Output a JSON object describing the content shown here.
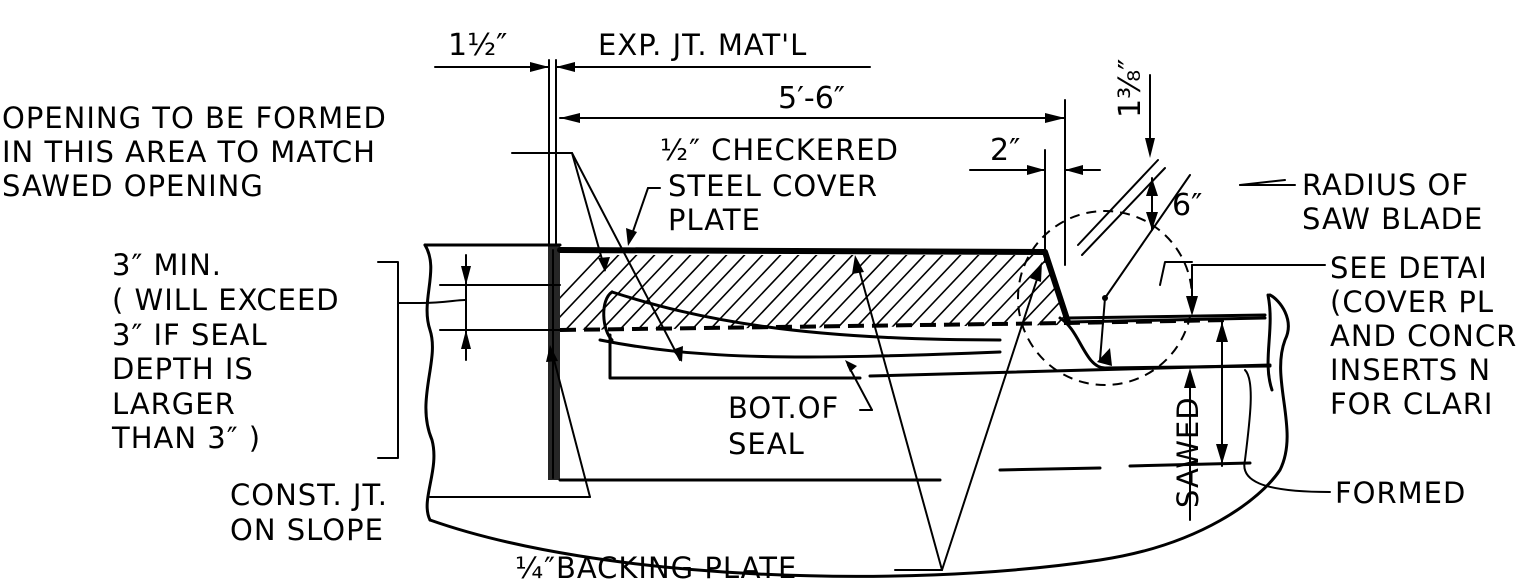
{
  "labels": {
    "dim_1_5": "1½″",
    "exp_jt": "EXP. JT. MAT'L",
    "dim_5_6": "5′-6″",
    "dim_1_3_8": "1⅜″",
    "opening_l1": "OPENING TO BE FORMED",
    "opening_l2": "IN THIS AREA TO MATCH",
    "opening_l3": "SAWED OPENING",
    "checkered_l1": "½″ CHECKERED",
    "checkered_l2": "STEEL COVER",
    "checkered_l3": "PLATE",
    "dim_2": "2″",
    "dim_6": "6″",
    "radius_l1": "RADIUS OF",
    "radius_l2": "SAW BLADE",
    "min_l1": "3″ MIN.",
    "min_l2": "( WILL EXCEED",
    "min_l3": "3″ IF SEAL",
    "min_l4": "DEPTH IS",
    "min_l5": "LARGER",
    "min_l6": "THAN 3″ )",
    "detail_l1": "SEE DETAI",
    "detail_l2": "(COVER PL",
    "detail_l3": "AND CONCR",
    "detail_l4": "INSERTS N",
    "detail_l5": "FOR CLARI",
    "bot_l1": "BOT.OF",
    "bot_l2": "SEAL",
    "sawed": "SAWED",
    "formed": "FORMED",
    "const_l1": "CONST. JT.",
    "const_l2": "ON SLOPE",
    "backing": "¼″BACKING PLATE"
  }
}
